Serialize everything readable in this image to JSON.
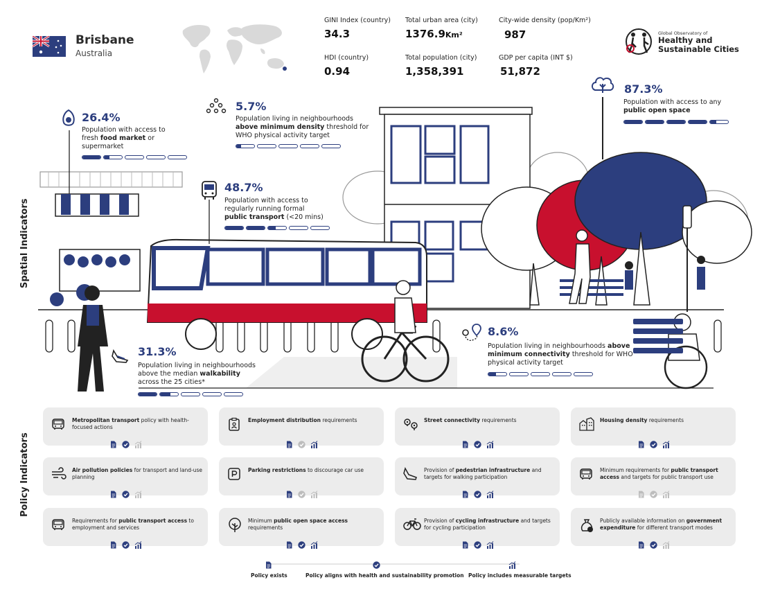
{
  "header": {
    "city": "Brisbane",
    "country": "Australia",
    "stats": [
      {
        "label": "GINI Index (country)",
        "value": "34.3"
      },
      {
        "label": "Total urban area (city)",
        "value": "1376.9",
        "unit": "Km²"
      },
      {
        "label": "City-wide density (pop/Km²)",
        "value": "987"
      },
      {
        "label": "HDI (country)",
        "value": "0.94"
      },
      {
        "label": "Total population (city)",
        "value": "1,358,391"
      },
      {
        "label": "GDP per capita (INT $)",
        "value": "51,872"
      }
    ],
    "brand": {
      "small": "Global Observatory of",
      "line1": "Healthy and",
      "line2": "Sustainable Cities"
    }
  },
  "section_labels": {
    "spatial": "Spatial Indicators",
    "policy": "Policy Indicators"
  },
  "spatial": {
    "food": {
      "pct": "26.4%",
      "pre": "Population with access to fresh ",
      "bold": "food market",
      "post": " or supermarket",
      "fraction": 0.264
    },
    "density": {
      "pct": "5.7%",
      "pre": "Population living in neighbourhoods ",
      "bold": "above minimum density",
      "post": " threshold for WHO physical activity target",
      "fraction": 0.057
    },
    "transport": {
      "pct": "48.7%",
      "pre": "Population with access to regularly running formal ",
      "bold": "public transport",
      "post": " (<20 mins)",
      "fraction": 0.487
    },
    "openspace": {
      "pct": "87.3%",
      "pre": "Population with access to any ",
      "bold": "public open space",
      "post": "",
      "fraction": 0.873
    },
    "walkability": {
      "pct": "31.3%",
      "pre": "Population living in neighbourhoods above the median ",
      "bold": "walkability",
      "post": " across the 25 cities*",
      "fraction": 0.313
    },
    "connectivity": {
      "pct": "8.6%",
      "pre": "Population living in neighbourhoods ",
      "bold": "above minimum connectivity",
      "post": " threshold for WHO physical activity target",
      "fraction": 0.086
    }
  },
  "policies": [
    {
      "icon": "bus-icon",
      "bold_first": true,
      "bold": "Metropolitan transport",
      "post": " policy with health-focused actions",
      "pre": "",
      "status": [
        "exists",
        "aligns",
        "none"
      ]
    },
    {
      "icon": "clipboard-icon",
      "bold_first": true,
      "bold": "Employment distribution",
      "post": " requirements",
      "pre": "",
      "status": [
        "exists",
        "none",
        "measurable"
      ]
    },
    {
      "icon": "map-pin-icon",
      "bold_first": true,
      "bold": "Street connectivity",
      "post": " requirements",
      "pre": "",
      "status": [
        "exists",
        "aligns",
        "measurable"
      ]
    },
    {
      "icon": "building-icon",
      "bold_first": true,
      "bold": "Housing density",
      "post": " requirements",
      "pre": "",
      "status": [
        "exists",
        "aligns",
        "measurable"
      ]
    },
    {
      "icon": "wind-icon",
      "bold_first": true,
      "bold": "Air pollution policies",
      "post": " for transport and land-use planning",
      "pre": "",
      "status": [
        "exists",
        "aligns",
        "none"
      ]
    },
    {
      "icon": "parking-icon",
      "bold_first": true,
      "bold": "Parking restrictions",
      "post": " to discourage car use",
      "pre": "",
      "status": [
        "exists",
        "none",
        "none"
      ]
    },
    {
      "icon": "shoe-icon",
      "bold_first": false,
      "pre": "Provision of ",
      "bold": "pedestrian infrastructure",
      "post": " and targets for walking participation",
      "status": [
        "exists",
        "aligns",
        "measurable"
      ]
    },
    {
      "icon": "bus-icon",
      "bold_first": false,
      "pre": "Minimum requirements for ",
      "bold": "public transport access",
      "post": " and targets for public transport use",
      "status": [
        "none",
        "none",
        "none"
      ]
    },
    {
      "icon": "bus-icon",
      "bold_first": false,
      "pre": "Requirements for ",
      "bold": "public transport access",
      "post": " to employment and services",
      "status": [
        "exists",
        "aligns",
        "measurable"
      ]
    },
    {
      "icon": "tree-icon",
      "bold_first": false,
      "pre": "Minimum ",
      "bold": "public open space access",
      "post": " requirements",
      "status": [
        "exists",
        "aligns",
        "measurable"
      ]
    },
    {
      "icon": "bicycle-icon",
      "bold_first": false,
      "pre": "Provision of ",
      "bold": "cycling infrastructure",
      "post": " and targets for cycling participation",
      "status": [
        "exists",
        "aligns",
        "measurable"
      ]
    },
    {
      "icon": "money-bag-icon",
      "bold_first": false,
      "pre": "Publicly available information on ",
      "bold": "government expenditure",
      "post": " for different transport modes",
      "status": [
        "exists",
        "aligns",
        "none"
      ]
    }
  ],
  "legend": [
    {
      "icon": "document-icon",
      "label": "Policy exists"
    },
    {
      "icon": "check-icon",
      "label": "Policy aligns with health and sustainability promotion"
    },
    {
      "icon": "chart-icon",
      "label": "Policy includes measurable targets"
    }
  ],
  "colors": {
    "navy": "#2c3e7e",
    "red": "#c8102e",
    "grey": "#ececec",
    "inactive": "#bdbdbd"
  }
}
